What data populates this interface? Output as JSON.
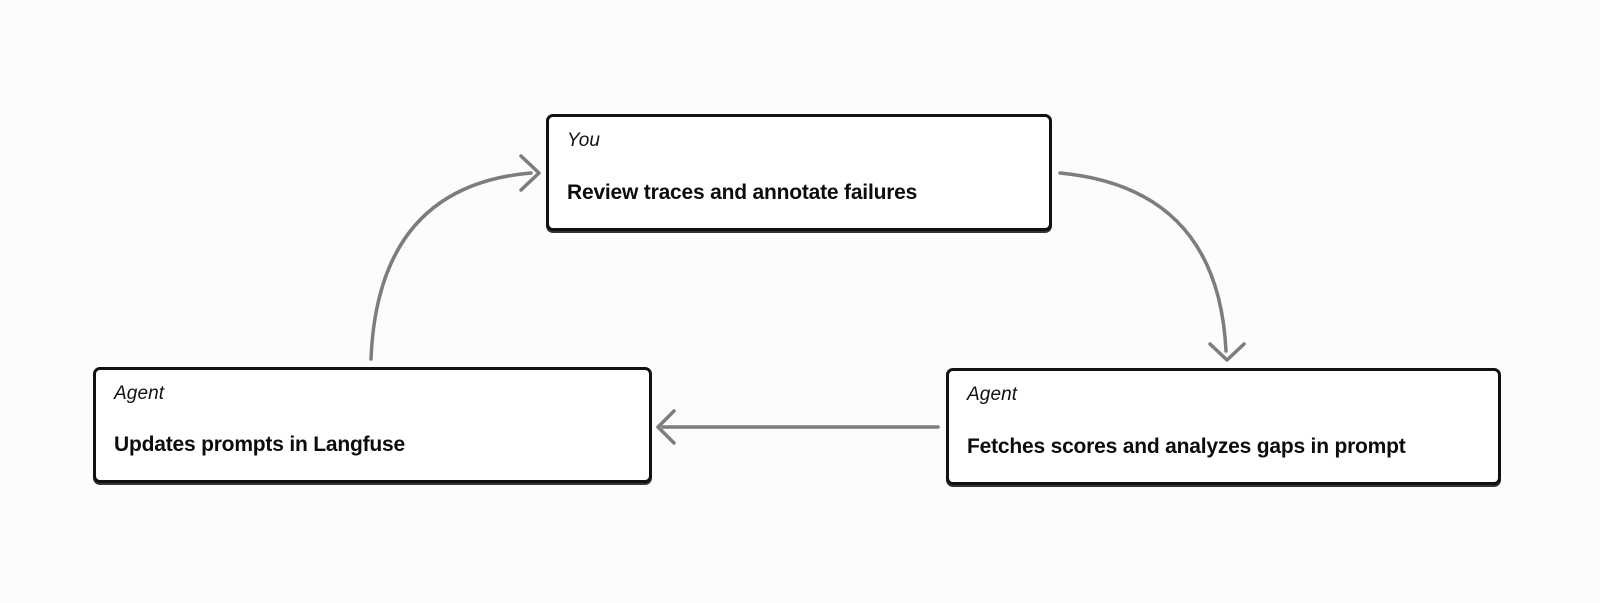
{
  "diagram": {
    "background_color": "#fcfcfc",
    "box_border_color": "#111111",
    "box_fill_color": "#ffffff",
    "arrow_color": "#7d7d7d",
    "nodes": [
      {
        "id": "review-traces",
        "actor": "You",
        "title": "Review traces and annotate failures"
      },
      {
        "id": "fetches-scores",
        "actor": "Agent",
        "title": "Fetches scores and analyzes gaps in prompt"
      },
      {
        "id": "updates-prompts",
        "actor": "Agent",
        "title": "Updates prompts in Langfuse"
      }
    ],
    "edges": [
      {
        "from": "review-traces",
        "to": "fetches-scores",
        "shape": "curved-right-down"
      },
      {
        "from": "fetches-scores",
        "to": "updates-prompts",
        "shape": "straight-left"
      },
      {
        "from": "updates-prompts",
        "to": "review-traces",
        "shape": "curved-up-right"
      }
    ]
  }
}
